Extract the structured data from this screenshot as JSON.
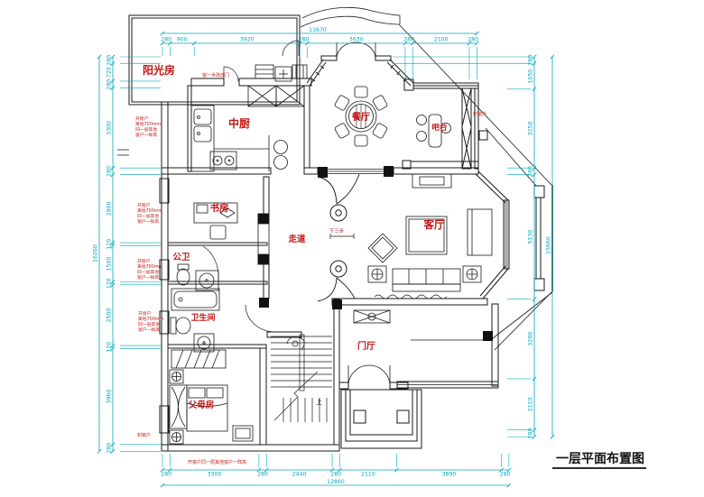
{
  "title": "一层平面布置图",
  "rooms": {
    "sunroom": "阳光房",
    "kitchen": "中厨",
    "dining": "餐厅",
    "bar": "吧台",
    "study": "书房",
    "corridor": "走道",
    "living": "客厅",
    "public_wc": "公卫",
    "bathroom": "卫生间",
    "foyer": "门厅",
    "parents_room": "父母房"
  },
  "notes": {
    "door_note": "窗一半改成门",
    "window_note": [
      "开窗户",
      "离地700mm",
      "同一层其他",
      "窗户一样高"
    ],
    "seal_window": "封窗户",
    "down_steps": "下三步",
    "up": "上",
    "bottom_note": "开窗户同一层其他窗户一样高"
  },
  "dimensions": {
    "top": {
      "overall": "11670",
      "segments": [
        "280",
        "900",
        "3920",
        "280",
        "3630",
        "280",
        "2100",
        "280"
      ]
    },
    "bottom": {
      "overall": "12860",
      "segments": [
        "280",
        "3300",
        "280",
        "2440",
        "280",
        "2110",
        "3890",
        "280"
      ]
    },
    "left": {
      "overall": "16260",
      "segments": [
        "280",
        "720",
        "280",
        "3300",
        "280",
        "2800",
        "120",
        "1500",
        "120",
        "2500",
        "120",
        "3960",
        "280"
      ]
    },
    "right": {
      "overall": "15660",
      "segments": [
        "280",
        "1050",
        "3250",
        "280",
        "5130",
        "3280",
        "2110",
        "280"
      ]
    }
  },
  "colors": {
    "dimension": "#00a8bd",
    "label": "#c01818",
    "line": "#1a1a1a"
  }
}
